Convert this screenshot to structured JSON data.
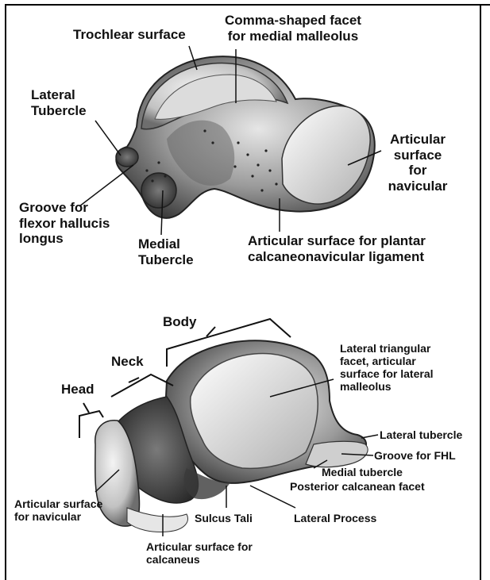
{
  "top_labels": {
    "trochlear_surface": "Trochlear surface",
    "comma_facet": [
      "Comma-shaped facet",
      "for medial malleolus"
    ],
    "lateral_tubercle": [
      "Lateral",
      "Tubercle"
    ],
    "articular_navicular": [
      "Articular",
      "surface",
      "for",
      "navicular"
    ],
    "groove_fhl": [
      "Groove for",
      "flexor hallucis",
      "longus"
    ],
    "medial_tubercle": [
      "Medial",
      "Tubercle"
    ],
    "plantar_ligament": [
      "Articular surface for plantar",
      "calcaneonavicular ligament"
    ]
  },
  "bottom_labels": {
    "body": "Body",
    "neck": "Neck",
    "head": "Head",
    "lateral_triangular": [
      "Lateral triangular",
      "facet, articular",
      "surface for lateral",
      "malleolus"
    ],
    "lateral_tubercle": "Lateral tubercle",
    "groove_fhl": "Groove for FHL",
    "medial_tubercle": "Medial tubercle",
    "posterior_facet": "Posterior calcanean facet",
    "articular_navicular": [
      "Articular surface",
      "for navicular"
    ],
    "sulcus_tali": "Sulcus Tali",
    "lateral_process": "Lateral Process",
    "articular_calcaneus": [
      "Articular surface for",
      "calcaneus"
    ]
  }
}
